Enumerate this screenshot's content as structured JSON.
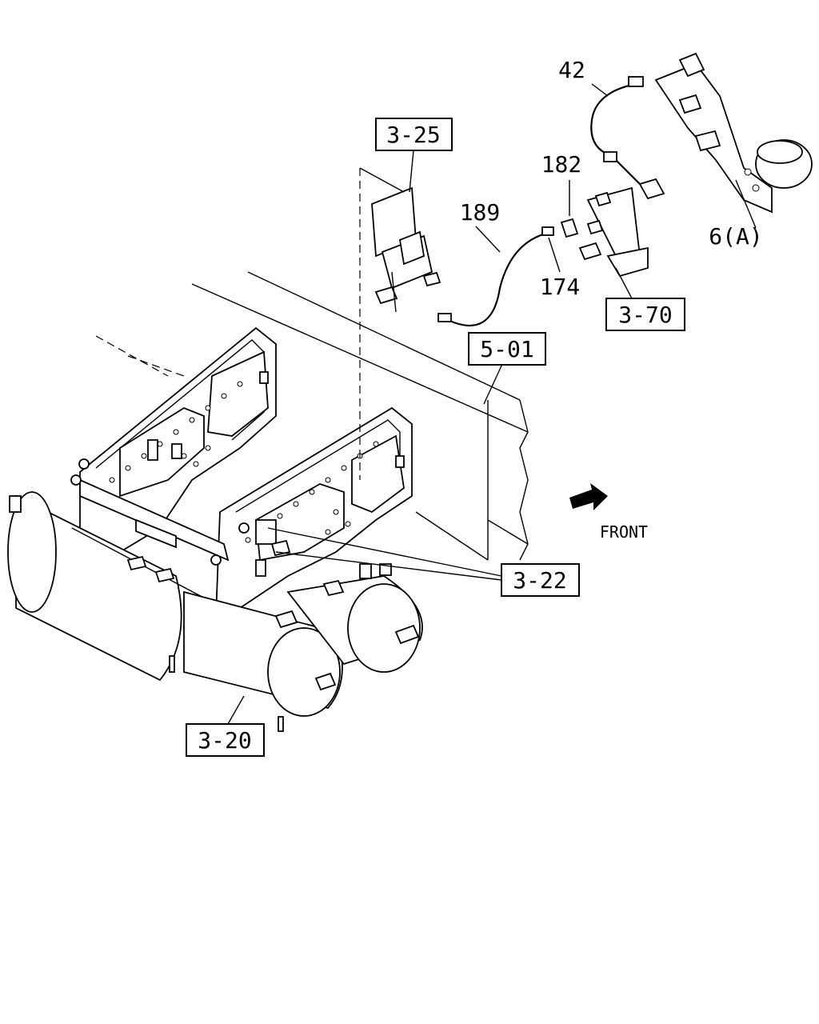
{
  "callouts": {
    "ref_3_25": "3-25",
    "ref_5_01": "5-01",
    "ref_3_70": "3-70",
    "ref_3_22": "3-22",
    "ref_3_20": "3-20"
  },
  "part_numbers": {
    "p42": "42",
    "p182": "182",
    "p189": "189",
    "p174": "174",
    "p6a": "6(A)"
  },
  "direction_label": "FRONT"
}
